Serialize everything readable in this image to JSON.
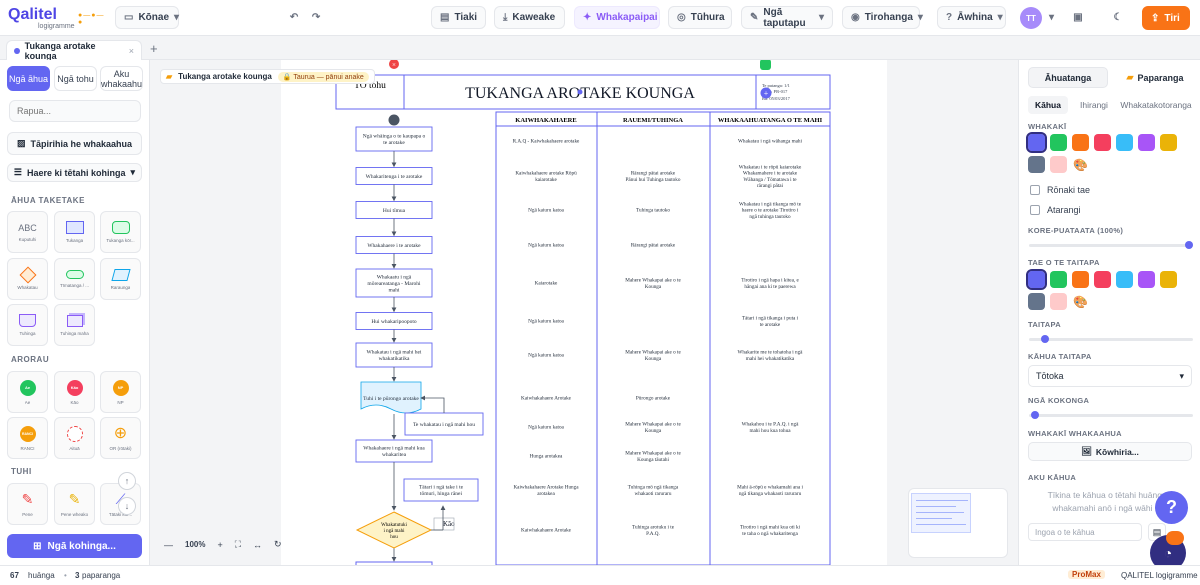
{
  "topbar": {
    "logo_text": "Qalitel",
    "logo_sub": "logigramme",
    "view_label": "Kōnae",
    "btn_tiaki": "Tiaki",
    "btn_kaweake": "Kaweake",
    "btn_ai": "Whakapaipai",
    "btn_tuhura": "Tūhura",
    "btn_taputapu": "Ngā taputapu",
    "btn_tirohanga": "Tirohanga",
    "btn_awhina": "Āwhina",
    "avatar": "TT",
    "btn_tiri": "Tiri"
  },
  "tabs": {
    "doc_tab": "Tukanga arotake kounga",
    "close": "×",
    "add": "+"
  },
  "left": {
    "seg1": "Ngā āhua",
    "seg2": "Ngā tohu",
    "seg3": "Aku whakaahu",
    "search_placeholder": "Rapua...",
    "import_btn": "Tāpirihia he whakaahua",
    "layout_btn": "Haere ki tētahi kohinga",
    "section_shapes": "ĀHUA TAKETAKE",
    "shapes": [
      "Kuputuhi",
      "Tukanga",
      "Tukanga kōr...",
      "Whakatau",
      "Tīmatanga / ...",
      "Raraunga",
      "Tuhinga",
      "Tuhinga maha"
    ],
    "shape_text_glyph": "ABC",
    "section_arrows": "ARORAU",
    "arrows": [
      {
        "label": "Ae",
        "cap": "Ae",
        "color": "#22c55e"
      },
      {
        "label": "Kāo",
        "cap": "Kāo",
        "color": "#f43f5e"
      },
      {
        "label": "NP",
        "cap": "NP",
        "color": "#f59e0b"
      },
      {
        "label": "RANCI",
        "cap": "RANCI",
        "color": "#f59e0b"
      },
      {
        "label": "",
        "cap": "Aituā",
        "color": "#ef4444"
      },
      {
        "label": "",
        "cap": "OR (rōtaki)",
        "color": "#f59e0b"
      }
    ],
    "section_draw": "TUHI",
    "draw_tools": [
      "Pene",
      "Pene wheako",
      "Tātaki kōr..."
    ],
    "generate_btn": "Ngā kohinga..."
  },
  "canvas": {
    "crumb_doc": "Tukanga arotake kounga",
    "crumb_warn": "Taurua — pānui anake",
    "title_left": "TO tohu",
    "title": "TUKANGA AROTAKE KOUNGA",
    "title_meta": [
      "Te putanga: 1/1",
      "Tohu: PR-017",
      "Rā: 05/03/2017"
    ],
    "col_headers": [
      "KAIWHAKAHAERE",
      "RAUEMI/TUHINGA",
      "WHAKAAHUATANGA O TE MAHI"
    ],
    "flow_steps": [
      "Ngā whāinga o te kaupapa o te arotake",
      "Whakaritenga i te arotake",
      "Hui tīmua",
      "Whakahaere i te arotake",
      "Whakaatu i ngā mōreareatanga - Marohi mahi",
      "Hui whakaripoopoto",
      "Whakatau i ngā mahi hei whakatikatika",
      "Tuhi i te pūrongo arotake",
      "Te whakatau i ngā mahi hou",
      "Whakahaere i ngā mahi kua whakaritea",
      "Tātari i ngā take i te tōmuri, hinga rānei",
      "Whakatutuki i ngā mahi hou"
    ],
    "kao_label": "Kāo",
    "roles": [
      "R.A.Q - Kaiwhakahaere arotake",
      "Kaiwhakahaere arotake Rōpū kaiarotake",
      "Ngā kaiuru katoa",
      "Ngā kaiuru katoa",
      "Kaiarotake",
      "Ngā kaiuru katoa",
      "Ngā kaiuru katoa",
      "Kaiwhakahaere Arotake",
      "Ngā kaiuru katoa",
      "Hunga arotakea",
      "Kaiwhakahaere Arotake Hunga arotakea",
      "Kaiwhakahaere Arotake"
    ],
    "resources": [
      "",
      "Rārangi pātai arotake Pānui hui Tuhinga tautoko",
      "Tuhinga tautoko",
      "Rārangi pātai arotake",
      "Mahere Whakapai ake o te Kounga",
      "",
      "Mahere Whakapai ake o te Kounga",
      "Pūrongo arotake",
      "Mahere Whakapai ake o te Kounga",
      "Mahere Whakapai ake o te Kounga tāutahi",
      "Tuhinga mō ngā tikanga whakaoti raruraru",
      "Tuhinga arotuku i te P.A.Q."
    ],
    "descriptions": [
      "Whakatau i ngā wāhanga mahi",
      "Whakatau i te rōpū kaiarotake Whakamahere i te arotake Wāhanga / Tōmatawa i te rārangi pātai",
      "Whakatau i ngā tikanga mō te haere o te arotake Tirotiro i ngā tuhinga tautoko",
      "",
      "Tirotiro i ngā hapa i kitea, e hāngai ana ki te paerewa",
      "Tātari i ngā tikanga i puta i te arotake",
      "Whakarite me te tohatoha i ngā mahi hei whakatikatika",
      "",
      "Whakahou i te P.A.Q. i ngā mahi hou kua tohua",
      "",
      "Mahi ā-rōpū e whakamahi ana i ngā tikanga whakaoti raruraru",
      "Tirotiro i ngā mahi kua oti ki te taha o ngā whakaritenga"
    ],
    "zoom": "100%"
  },
  "right": {
    "tab1": "Āhuatanga",
    "tab2": "Paparanga",
    "sub1": "Kāhua",
    "sub2": "Ihirangi",
    "sub3": "Whakatakotoranga",
    "fill_label": "WHAKAKĪ",
    "swatches": [
      "#6366f1",
      "#22c55e",
      "#f97316",
      "#f43f5e",
      "#38bdf8",
      "#a855f7",
      "#eab308",
      "#64748b",
      "#fecaca"
    ],
    "gradient_label": "Rōnaki tae",
    "transparent_label": "Atarangi",
    "opacity_label": "KORE-PUATAATA (100%)",
    "border_color_label": "TAE O TE TAITAPA",
    "border_label": "TAITAPA",
    "border_style_label": "KĀHUA TAITAPA",
    "border_style_value": "Tōtoka",
    "radius_label": "NGĀ KOKONGA",
    "image_fill_label": "WHAKAKĪ WHAKAAHUA",
    "image_btn": "Kōwhiria...",
    "my_styles_label": "AKU KĀHUA",
    "my_styles_empty": "Tīkina te kāhua o tētahi huānga, ka whakamahi anō i ngā wāhi katoa",
    "style_name_placeholder": "Ingoa o te kāhua"
  },
  "status": {
    "count": "67",
    "count_label": "huānga",
    "layers": "3",
    "layers_label": "paparanga",
    "plan": "ProMax",
    "brand": "QALITEL logigramme"
  }
}
